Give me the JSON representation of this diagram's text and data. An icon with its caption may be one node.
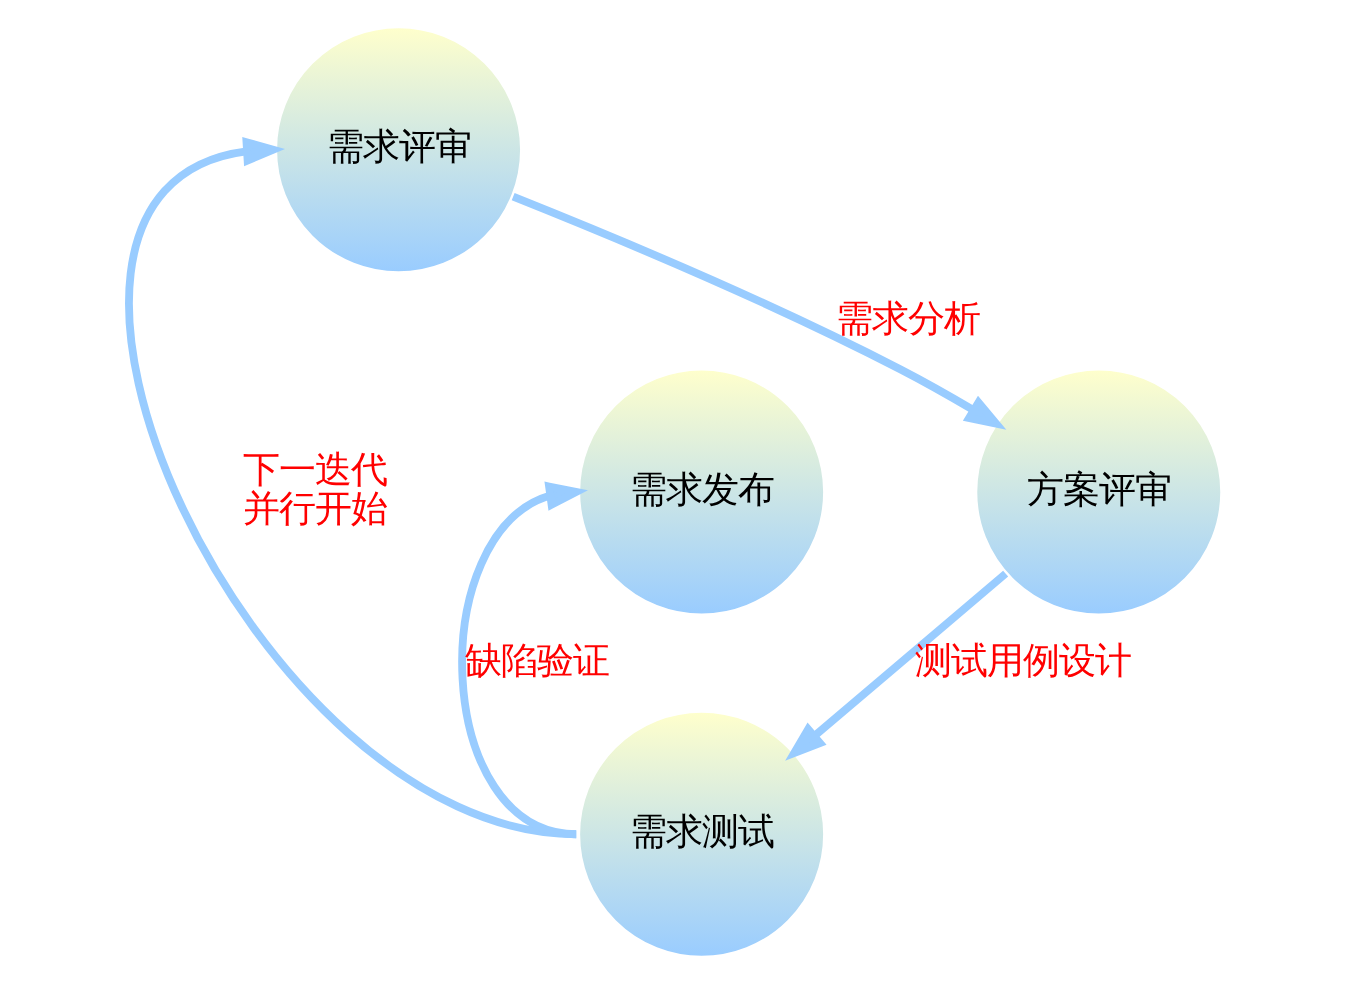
{
  "diagram": {
    "nodes": [
      {
        "text": [
          "需求评审"
        ]
      },
      {
        "text": [
          "需求发布"
        ]
      },
      {
        "text": [
          "方案评审"
        ]
      },
      {
        "text": [
          "需求测试"
        ]
      }
    ],
    "edges": [
      {
        "from": 0,
        "to": 2,
        "arrow": "to",
        "label": "需求分析"
      },
      {
        "from": 2,
        "to": 3,
        "arrow": "to",
        "label": "测试用例设计"
      },
      {
        "from": 3,
        "to": 1,
        "arrow": "to",
        "label": "缺陷验证"
      },
      {
        "from": 3,
        "to": 0,
        "arrow": "to",
        "label": "下一迭代并行开始"
      }
    ]
  }
}
